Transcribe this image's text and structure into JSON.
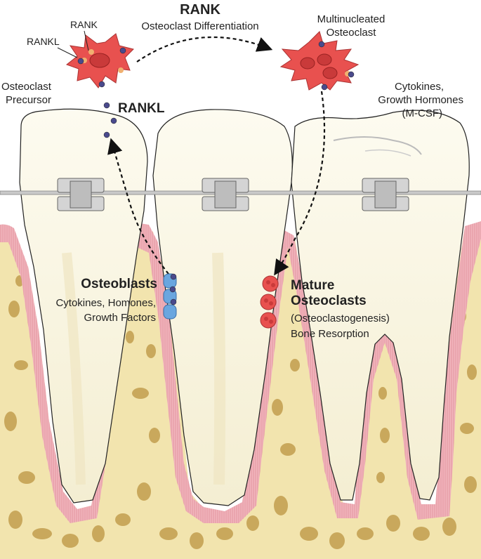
{
  "labels": {
    "rank_title": "RANK",
    "osteoclast_differentiation": "Osteoclast Differentiation",
    "rankl_small": "RANKL",
    "rank_small": "RANK",
    "precursor_line1": "Osteoclast",
    "precursor_line2": "Precursor",
    "multinucleated_line1": "Multinucleated",
    "multinucleated_line2": "Osteoclast",
    "cytokines_line1": "Cytokines,",
    "cytokines_line2": "Growth Hormones",
    "cytokines_line3": "(M-CSF)",
    "rankl_big": "RANKL",
    "osteoblasts": "Osteoblasts",
    "osteoblasts_sub1": "Cytokines, Homones,",
    "osteoblasts_sub2": "Growth Factors",
    "mature_line1": "Mature",
    "mature_line2": "Osteoclasts",
    "mature_sub1": "(Osteoclastogenesis)",
    "mature_sub2": "Bone Resorption"
  },
  "colors": {
    "osteoclast_cell": "#e8514f",
    "rankl_dot": "#4a4a8c",
    "receptor": "#f0b070",
    "bone": "#f2e4ae",
    "bone_hole": "#c9a85c",
    "gum": "#f1b5bd",
    "tooth": "#fbf8e8",
    "bracket": "#c8c8c8",
    "osteoblast_cell": "#6aa6df"
  }
}
